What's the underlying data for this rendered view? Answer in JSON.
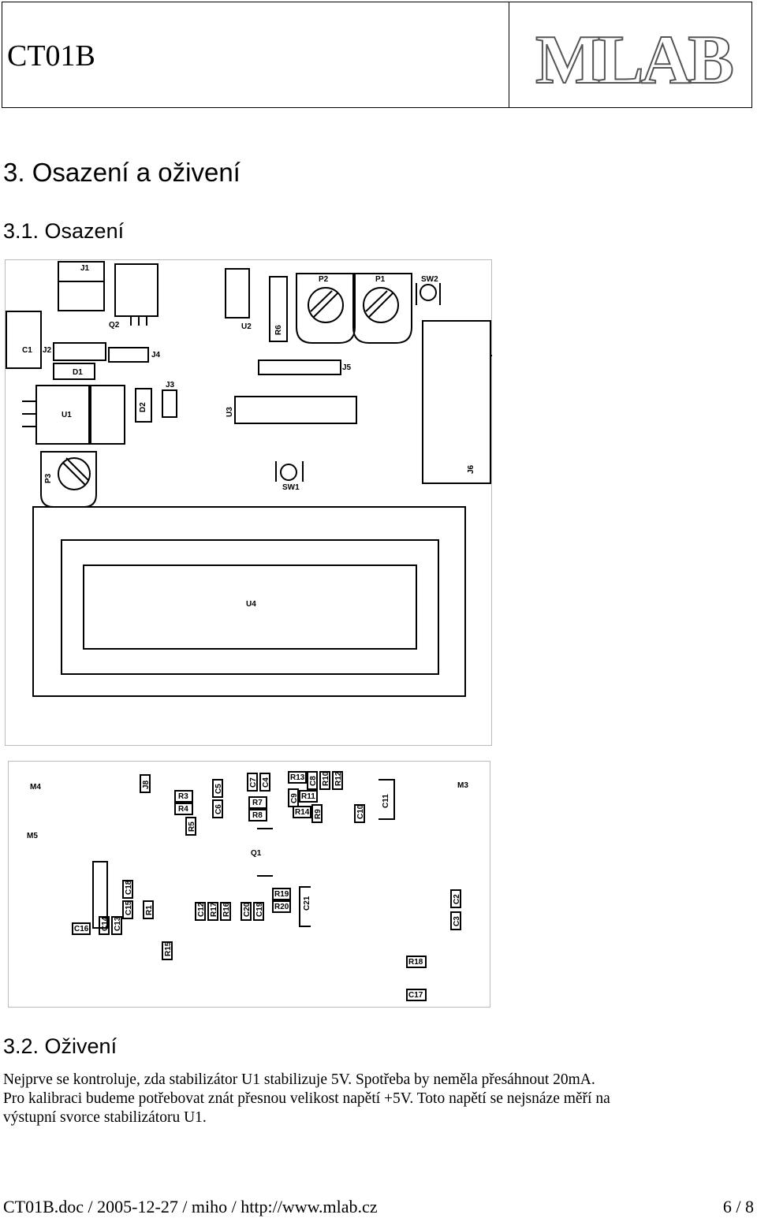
{
  "header": {
    "doc_id": "CT01B",
    "logo_text": "MLAB"
  },
  "section": {
    "title": "3. Osazení a oživení",
    "sub1_title": "3.1. Osazení",
    "sub2_title": "3.2. Oživení"
  },
  "top_layout": {
    "labels": [
      "J1",
      "Q2",
      "U2",
      "R6",
      "P2",
      "P1",
      "SW2",
      "C1",
      "J2",
      "J4",
      "D1",
      "J5",
      "J3",
      "D2",
      "U1",
      "U3",
      "J6",
      "P3",
      "SW1",
      "U4"
    ]
  },
  "bottom_layout": {
    "labels": [
      "M4",
      "M5",
      "M3",
      "J8",
      "R3",
      "R4",
      "R5",
      "C5",
      "C6",
      "C7",
      "C4",
      "R7",
      "R8",
      "R13",
      "C8",
      "R10",
      "R12",
      "C9",
      "R11",
      "R14",
      "R9",
      "C10",
      "C11",
      "Q1",
      "C16",
      "C14",
      "C13",
      "C15",
      "C18",
      "R1",
      "R15",
      "C12",
      "R17",
      "R16",
      "C20",
      "C19",
      "R19",
      "R20",
      "C21",
      "C2",
      "C3",
      "R18",
      "C17"
    ]
  },
  "paragraph": {
    "lines": [
      "Nejprve se kontroluje, zda stabilizátor U1 stabilizuje 5V. Spotřeba by neměla přesáhnout 20mA.",
      "Pro kalibraci budeme potřebovat znát přesnou velikost napětí +5V. Toto napětí se nejsnáze měří na",
      "výstupní svorce stabilizátoru U1."
    ]
  },
  "footer": {
    "left": "CT01B.doc / 2005-12-27 / miho / http://www.mlab.cz",
    "right": "6 / 8"
  }
}
